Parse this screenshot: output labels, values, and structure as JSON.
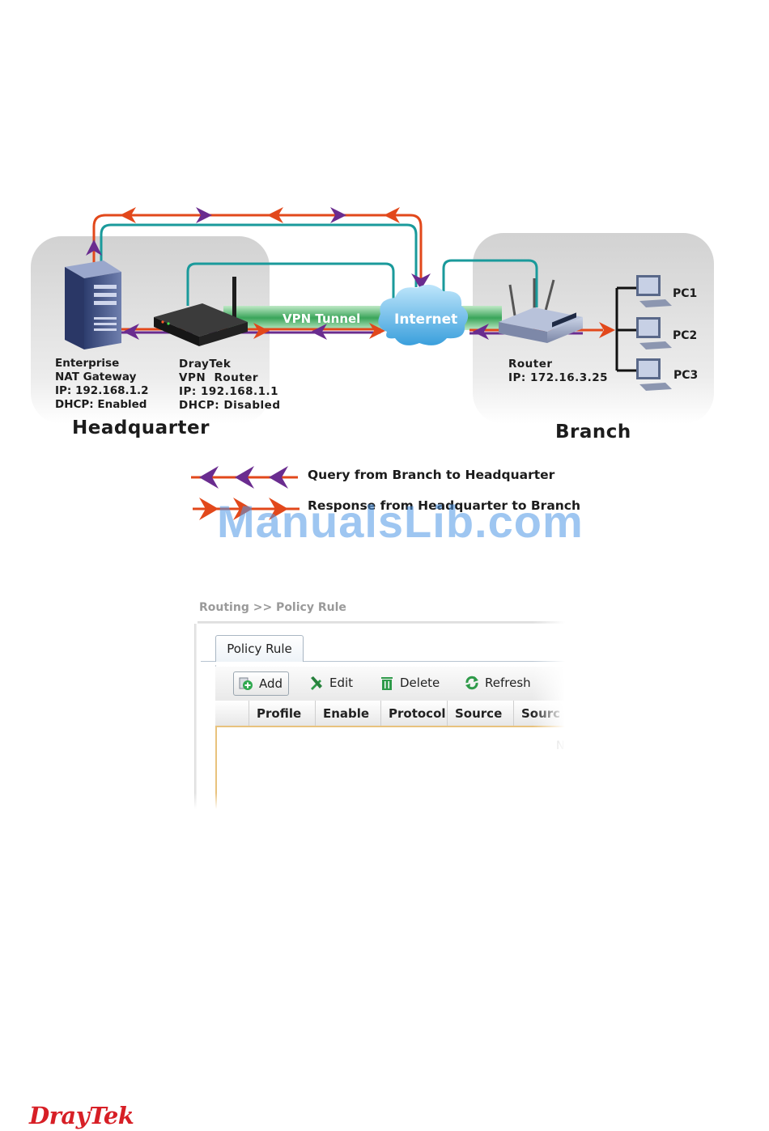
{
  "diagram": {
    "vpn_tunnel_label": "VPN Tunnel",
    "internet_label": "Internet",
    "enterprise": {
      "line1": "Enterprise",
      "line2": "NAT Gateway",
      "line3": "IP: 192.168.1.2",
      "line4": "DHCP: Enabled"
    },
    "draytek": {
      "line1": "DrayTek",
      "line2": "VPN  Router",
      "line3": "IP: 192.168.1.1",
      "line4": "DHCP: Disabled"
    },
    "router": {
      "line1": "Router",
      "line2": "IP: 172.16.3.25"
    },
    "pcs": [
      "PC1",
      "PC2",
      "PC3"
    ],
    "headquarter_label": "Headquarter",
    "branch_label": "Branch",
    "legend": [
      {
        "text": "Query from Branch to Headquarter",
        "color": "#6a2c8f"
      },
      {
        "text": "Response from Headquarter to Branch",
        "color": "#e2481b"
      }
    ],
    "colors": {
      "query": "#6a2c8f",
      "response": "#e2481b",
      "tunnel": "#1a9a9b",
      "vpn_green": "#3aa55a"
    }
  },
  "watermark": "ManualsLib.com",
  "ui": {
    "breadcrumb": "Routing >> Policy Rule",
    "tab": "Policy Rule",
    "toolbar": {
      "add": "Add",
      "edit": "Edit",
      "delete": "Delete",
      "refresh": "Refresh"
    },
    "columns": [
      "Profile",
      "Enable",
      "Protocol",
      "Source",
      "Sourc"
    ],
    "no_data": "N"
  },
  "brand": "DrayTek"
}
